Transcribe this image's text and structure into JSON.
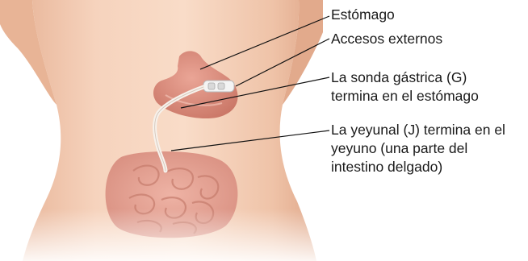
{
  "labels": {
    "stomach": "Estómago",
    "external_access": "Accesos externos",
    "g_tube": [
      "La sonda gástrica (G)",
      "termina en el estómago"
    ],
    "j_tube": [
      "La yeyunal (J) termina en el",
      "yeyuno (una parte del",
      "intestino delgado)"
    ]
  },
  "colors": {
    "skin": "#f3cbb1",
    "skin_shadow": "#e2ab8c",
    "stomach": "#dc8d7d",
    "intestine": "#e6a192",
    "tube": "#f7f2ec",
    "leader_line": "#111111"
  }
}
